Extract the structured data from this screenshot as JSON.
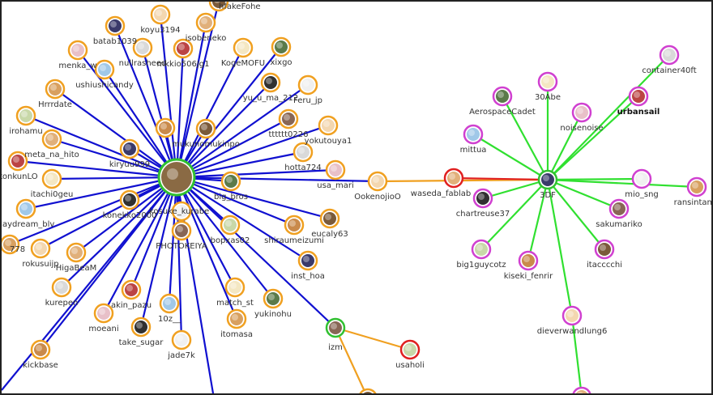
{
  "colors": {
    "background": "#ffffff",
    "edge_blue": "#1010d0",
    "edge_orange": "#f0a020",
    "edge_green": "#30e030",
    "edge_red": "#e02020",
    "ring_orange": "#f0a020",
    "ring_magenta": "#d040d0",
    "ring_red": "#e02020",
    "ring_green": "#30c030"
  },
  "nodes": [
    {
      "id": "center_left",
      "label": ""
    },
    {
      "id": "hfakeFohe",
      "label": "hfakeFohe"
    },
    {
      "id": "koyu3194",
      "label": "koyu3194"
    },
    {
      "id": "isobeneko",
      "label": "isobeneko"
    },
    {
      "id": "batab1039",
      "label": "batab1039"
    },
    {
      "id": "nullrasheed",
      "label": "nullrasheed"
    },
    {
      "id": "mkkio506jg",
      "label": "mkkio506Jg1"
    },
    {
      "id": "kogemofu",
      "label": "KogeMOFU"
    },
    {
      "id": "xixgo",
      "label": "xixgo"
    },
    {
      "id": "menka_w",
      "label": "menka_w"
    },
    {
      "id": "ushiushicandy",
      "label": "ushiushicandy"
    },
    {
      "id": "yu_u_ma",
      "label": "yu_u_ma_212"
    },
    {
      "id": "eru_jp",
      "label": "Feru_jp"
    },
    {
      "id": "hrrrdate",
      "label": "Hrrrdate"
    },
    {
      "id": "tttttt0226",
      "label": "tttttt0226"
    },
    {
      "id": "irohamu",
      "label": "irohamu"
    },
    {
      "id": "hako_a",
      "label": ""
    },
    {
      "id": "wa_kinoko",
      "label": "mukunomukinpo"
    },
    {
      "id": "yokutouya1",
      "label": "yokutouya1"
    },
    {
      "id": "meta_na_hito",
      "label": "meta_na_hito"
    },
    {
      "id": "kiryuu999",
      "label": "kiryuu999"
    },
    {
      "id": "hotta724",
      "label": "hotta724"
    },
    {
      "id": "konkunlo",
      "label": "konkunLO"
    },
    {
      "id": "itachi0geu",
      "label": "itachi0geu"
    },
    {
      "id": "big_bros",
      "label": "big_bros"
    },
    {
      "id": "usa_mari",
      "label": "usa_mari"
    },
    {
      "id": "daydream_blv",
      "label": "daydream_blv"
    },
    {
      "id": "konekko2000",
      "label": "konekko2000"
    },
    {
      "id": "kosuke",
      "label": "kosuke_kurabe"
    },
    {
      "id": "n778",
      "label": "778"
    },
    {
      "id": "photokeiya",
      "label": "PHOTOKEIYA"
    },
    {
      "id": "bopxas02",
      "label": "bopxas02"
    },
    {
      "id": "shiraumeizumi",
      "label": "shiraumeizumi"
    },
    {
      "id": "eucaly63",
      "label": "eucaly63"
    },
    {
      "id": "rokusuijp",
      "label": "rokusuijp"
    },
    {
      "id": "higabeam",
      "label": "HigaBeaM"
    },
    {
      "id": "inst_hoa",
      "label": "inst_hoa"
    },
    {
      "id": "kurepen",
      "label": "kurepen"
    },
    {
      "id": "akin_pazu",
      "label": "akin_pazu"
    },
    {
      "id": "match_st",
      "label": "match_st"
    },
    {
      "id": "yukinohu",
      "label": "yukinohu"
    },
    {
      "id": "moeani",
      "label": "moeani"
    },
    {
      "id": "n10z",
      "label": "10z__"
    },
    {
      "id": "take_sugar",
      "label": "take_sugar"
    },
    {
      "id": "jade7k",
      "label": "jade7k"
    },
    {
      "id": "itomasa",
      "label": "itomasa"
    },
    {
      "id": "izm",
      "label": "izm"
    },
    {
      "id": "usaholi",
      "label": "usaholi"
    },
    {
      "id": "kickbase",
      "label": "kickbase"
    },
    {
      "id": "bottom_orange",
      "label": ""
    },
    {
      "id": "ookenojioo",
      "label": "OokenojioO"
    },
    {
      "id": "waseda_fablab",
      "label": "waseda_fablab"
    },
    {
      "id": "n3df",
      "label": "3DF"
    },
    {
      "id": "container40ft",
      "label": "container40ft"
    },
    {
      "id": "urbansail",
      "label": "urbansail",
      "bold": true
    },
    {
      "id": "n30abe",
      "label": "30Abe"
    },
    {
      "id": "aerospacecadet",
      "label": "AerospaceCadet"
    },
    {
      "id": "noisenoise",
      "label": "noisenoise"
    },
    {
      "id": "mittua",
      "label": "mittua"
    },
    {
      "id": "chartreuse37",
      "label": "chartreuse37"
    },
    {
      "id": "mio_sng",
      "label": "mio_sng"
    },
    {
      "id": "ransintama",
      "label": "ransintama"
    },
    {
      "id": "sakumariko",
      "label": "sakumariko"
    },
    {
      "id": "big1guycotz",
      "label": "big1guycotz"
    },
    {
      "id": "kiseki_fenrir",
      "label": "kiseki_fenrir"
    },
    {
      "id": "itacccchi",
      "label": "itacccchi"
    },
    {
      "id": "dieverwandlung6",
      "label": "dieverwandlung6"
    },
    {
      "id": "bottom_right",
      "label": ""
    }
  ],
  "edges": [
    {
      "from": "center_left",
      "to": "hfakeFohe",
      "color": "blue"
    },
    {
      "from": "center_left",
      "to": "koyu3194",
      "color": "blue"
    },
    {
      "from": "center_left",
      "to": "isobeneko",
      "color": "blue"
    },
    {
      "from": "center_left",
      "to": "batab1039",
      "color": "blue"
    },
    {
      "from": "center_left",
      "to": "nullrasheed",
      "color": "blue"
    },
    {
      "from": "center_left",
      "to": "mkkio506jg",
      "color": "blue"
    },
    {
      "from": "center_left",
      "to": "kogemofu",
      "color": "blue"
    },
    {
      "from": "center_left",
      "to": "xixgo",
      "color": "blue"
    },
    {
      "from": "center_left",
      "to": "menka_w",
      "color": "blue"
    },
    {
      "from": "center_left",
      "to": "ushiushicandy",
      "color": "blue"
    },
    {
      "from": "center_left",
      "to": "yu_u_ma",
      "color": "blue"
    },
    {
      "from": "center_left",
      "to": "eru_jp",
      "color": "blue"
    },
    {
      "from": "center_left",
      "to": "hrrrdate",
      "color": "blue"
    },
    {
      "from": "center_left",
      "to": "tttttt0226",
      "color": "blue"
    },
    {
      "from": "center_left",
      "to": "irohamu",
      "color": "blue"
    },
    {
      "from": "center_left",
      "to": "hako_a",
      "color": "blue"
    },
    {
      "from": "center_left",
      "to": "wa_kinoko",
      "color": "blue"
    },
    {
      "from": "center_left",
      "to": "yokutouya1",
      "color": "blue"
    },
    {
      "from": "center_left",
      "to": "meta_na_hito",
      "color": "blue"
    },
    {
      "from": "center_left",
      "to": "kiryuu999",
      "color": "blue"
    },
    {
      "from": "center_left",
      "to": "hotta724",
      "color": "blue"
    },
    {
      "from": "center_left",
      "to": "konkunlo",
      "color": "blue"
    },
    {
      "from": "center_left",
      "to": "itachi0geu",
      "color": "blue"
    },
    {
      "from": "center_left",
      "to": "big_bros",
      "color": "blue"
    },
    {
      "from": "center_left",
      "to": "usa_mari",
      "color": "blue"
    },
    {
      "from": "center_left",
      "to": "daydream_blv",
      "color": "blue"
    },
    {
      "from": "center_left",
      "to": "konekko2000",
      "color": "blue"
    },
    {
      "from": "center_left",
      "to": "kosuke",
      "color": "blue"
    },
    {
      "from": "center_left",
      "to": "n778",
      "color": "blue"
    },
    {
      "from": "center_left",
      "to": "photokeiya",
      "color": "blue"
    },
    {
      "from": "center_left",
      "to": "bopxas02",
      "color": "blue"
    },
    {
      "from": "center_left",
      "to": "shiraumeizumi",
      "color": "blue"
    },
    {
      "from": "center_left",
      "to": "eucaly63",
      "color": "blue"
    },
    {
      "from": "center_left",
      "to": "rokusuijp",
      "color": "blue"
    },
    {
      "from": "center_left",
      "to": "higabeam",
      "color": "blue"
    },
    {
      "from": "center_left",
      "to": "inst_hoa",
      "color": "blue"
    },
    {
      "from": "center_left",
      "to": "kurepen",
      "color": "blue"
    },
    {
      "from": "center_left",
      "to": "akin_pazu",
      "color": "blue"
    },
    {
      "from": "center_left",
      "to": "match_st",
      "color": "blue"
    },
    {
      "from": "center_left",
      "to": "yukinohu",
      "color": "blue"
    },
    {
      "from": "center_left",
      "to": "moeani",
      "color": "blue"
    },
    {
      "from": "center_left",
      "to": "n10z",
      "color": "blue"
    },
    {
      "from": "center_left",
      "to": "take_sugar",
      "color": "blue"
    },
    {
      "from": "center_left",
      "to": "jade7k",
      "color": "blue"
    },
    {
      "from": "center_left",
      "to": "itomasa",
      "color": "blue"
    },
    {
      "from": "center_left",
      "to": "izm",
      "color": "blue"
    },
    {
      "from": "center_left",
      "to": "kickbase",
      "color": "blue"
    },
    {
      "from": "center_left",
      "to": "ookenojioo",
      "color": "blue"
    },
    {
      "from": "center_left",
      "to": "bottom_blue1",
      "color": "blue"
    },
    {
      "from": "center_left",
      "to": "bottom_blue2",
      "color": "blue"
    },
    {
      "from": "izm",
      "to": "usaholi",
      "color": "orange"
    },
    {
      "from": "izm",
      "to": "bottom_orange",
      "color": "orange"
    },
    {
      "from": "ookenojioo",
      "to": "n3df",
      "color": "orange"
    },
    {
      "from": "waseda_fablab",
      "to": "n3df",
      "color": "red"
    },
    {
      "from": "n3df",
      "to": "container40ft",
      "color": "green"
    },
    {
      "from": "n3df",
      "to": "urbansail",
      "color": "green"
    },
    {
      "from": "n3df",
      "to": "n30abe",
      "color": "green"
    },
    {
      "from": "n3df",
      "to": "aerospacecadet",
      "color": "green"
    },
    {
      "from": "n3df",
      "to": "noisenoise",
      "color": "green"
    },
    {
      "from": "n3df",
      "to": "mittua",
      "color": "green"
    },
    {
      "from": "n3df",
      "to": "chartreuse37",
      "color": "green"
    },
    {
      "from": "n3df",
      "to": "mio_sng",
      "color": "green"
    },
    {
      "from": "n3df",
      "to": "ransintama",
      "color": "green"
    },
    {
      "from": "n3df",
      "to": "sakumariko",
      "color": "green"
    },
    {
      "from": "n3df",
      "to": "big1guycotz",
      "color": "green"
    },
    {
      "from": "n3df",
      "to": "kiseki_fenrir",
      "color": "green"
    },
    {
      "from": "n3df",
      "to": "itacccchi",
      "color": "green"
    },
    {
      "from": "n3df",
      "to": "dieverwandlung6",
      "color": "green"
    },
    {
      "from": "dieverwandlung6",
      "to": "bottom_right",
      "color": "green"
    }
  ]
}
